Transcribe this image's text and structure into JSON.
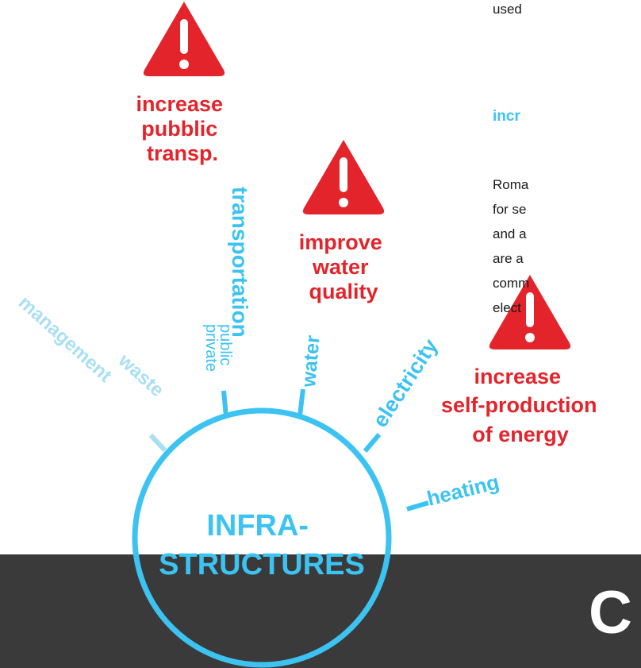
{
  "colors": {
    "accent": "#3cc3f2",
    "light_accent": "#a9dff5",
    "warning": "#e3242b",
    "dark_band": "#3a3a3a",
    "text": "#1a1a1a"
  },
  "hub": {
    "lines": [
      "INFRA-",
      "STRUCTURES"
    ]
  },
  "branches": {
    "transportation": {
      "label": "transportation",
      "sub": [
        "public",
        "private"
      ]
    },
    "waste": {
      "lines": [
        "waste",
        "management"
      ]
    },
    "water": {
      "label": "water"
    },
    "electricity": {
      "label": "electricity"
    },
    "heating": {
      "label": "heating"
    }
  },
  "warnings": [
    {
      "icon": "warning-triangle-icon",
      "lines": [
        "increase",
        "pubblic",
        "transp."
      ]
    },
    {
      "icon": "warning-triangle-icon",
      "lines": [
        "improve",
        "water",
        "quality"
      ]
    },
    {
      "icon": "warning-triangle-icon",
      "lines": [
        "increase",
        "self-production",
        "of energy"
      ]
    }
  ],
  "text_column": {
    "top_fragment": "used",
    "heading_fragment": "incr",
    "paragraph_lines": [
      "Roma",
      "for se",
      "and a",
      "are a",
      "comm",
      "elect"
    ]
  },
  "footer": {
    "letter": "C"
  }
}
